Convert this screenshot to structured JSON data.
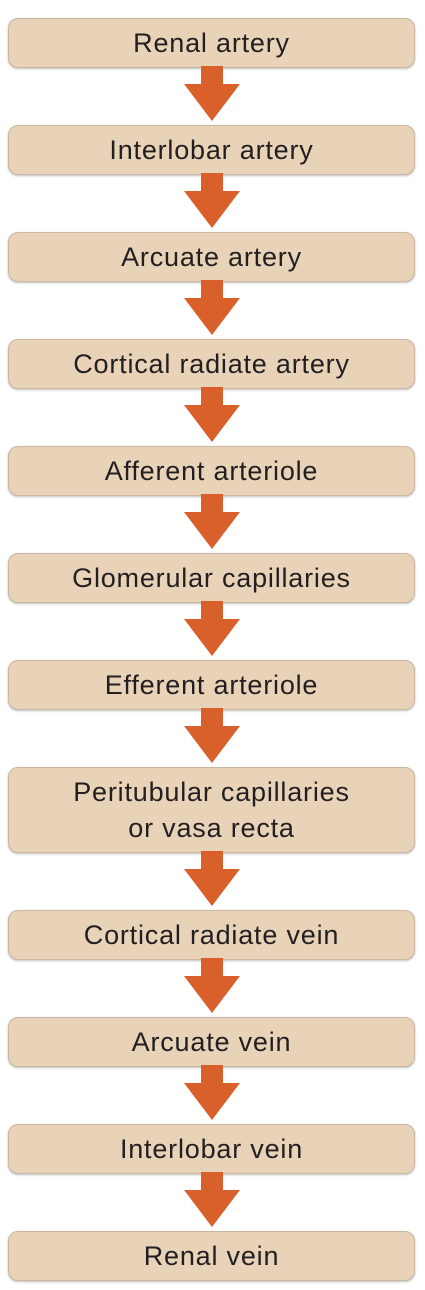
{
  "diagram": {
    "steps": [
      {
        "lines": [
          "Renal artery"
        ]
      },
      {
        "lines": [
          "Interlobar artery"
        ]
      },
      {
        "lines": [
          "Arcuate artery"
        ]
      },
      {
        "lines": [
          "Cortical radiate artery"
        ]
      },
      {
        "lines": [
          "Afferent arteriole"
        ]
      },
      {
        "lines": [
          "Glomerular capillaries"
        ]
      },
      {
        "lines": [
          "Efferent arteriole"
        ]
      },
      {
        "lines": [
          "Peritubular capillaries",
          "or vasa recta"
        ]
      },
      {
        "lines": [
          "Cortical radiate vein"
        ]
      },
      {
        "lines": [
          "Arcuate vein"
        ]
      },
      {
        "lines": [
          "Interlobar vein"
        ]
      },
      {
        "lines": [
          "Renal vein"
        ]
      }
    ],
    "box_color": "#e8d2b8",
    "box_border_color": "#c9b7a1",
    "arrow_color": "#d9602a",
    "text_color": "#231f20"
  }
}
